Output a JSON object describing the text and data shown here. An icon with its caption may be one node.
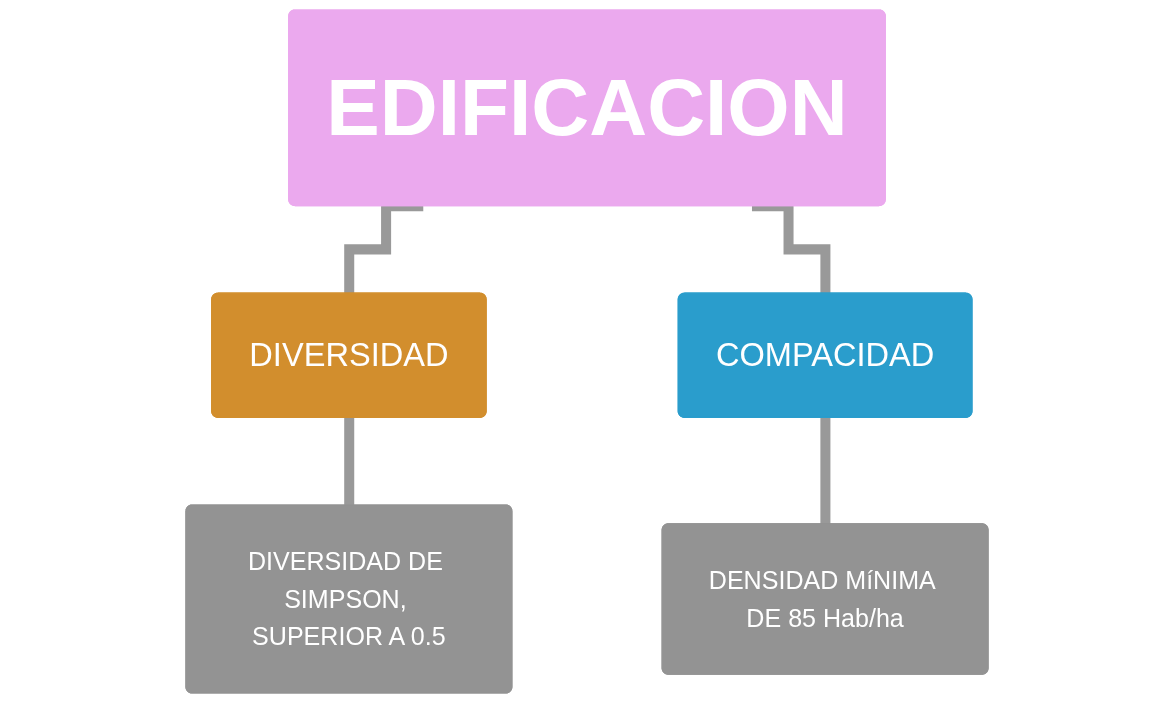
{
  "diagram": {
    "nodes": [
      {
        "text": [
          "EDIFICACION"
        ]
      },
      {
        "text": [
          "DIVERSIDAD"
        ]
      },
      {
        "text": [
          "COMPACIDAD"
        ]
      },
      {
        "text": [
          "DIVERSIDAD DE SIMPSON, SUPERIOR A 0.5"
        ]
      },
      {
        "text": [
          "DENSIDAD MíNIMA DE 85 Hab/ha"
        ]
      }
    ],
    "edges": [
      {
        "from": 0,
        "to": 1,
        "arrow": "none"
      },
      {
        "from": 0,
        "to": 2,
        "arrow": "none"
      },
      {
        "from": 1,
        "to": 3,
        "arrow": "none"
      },
      {
        "from": 2,
        "to": 4,
        "arrow": "none"
      }
    ]
  }
}
